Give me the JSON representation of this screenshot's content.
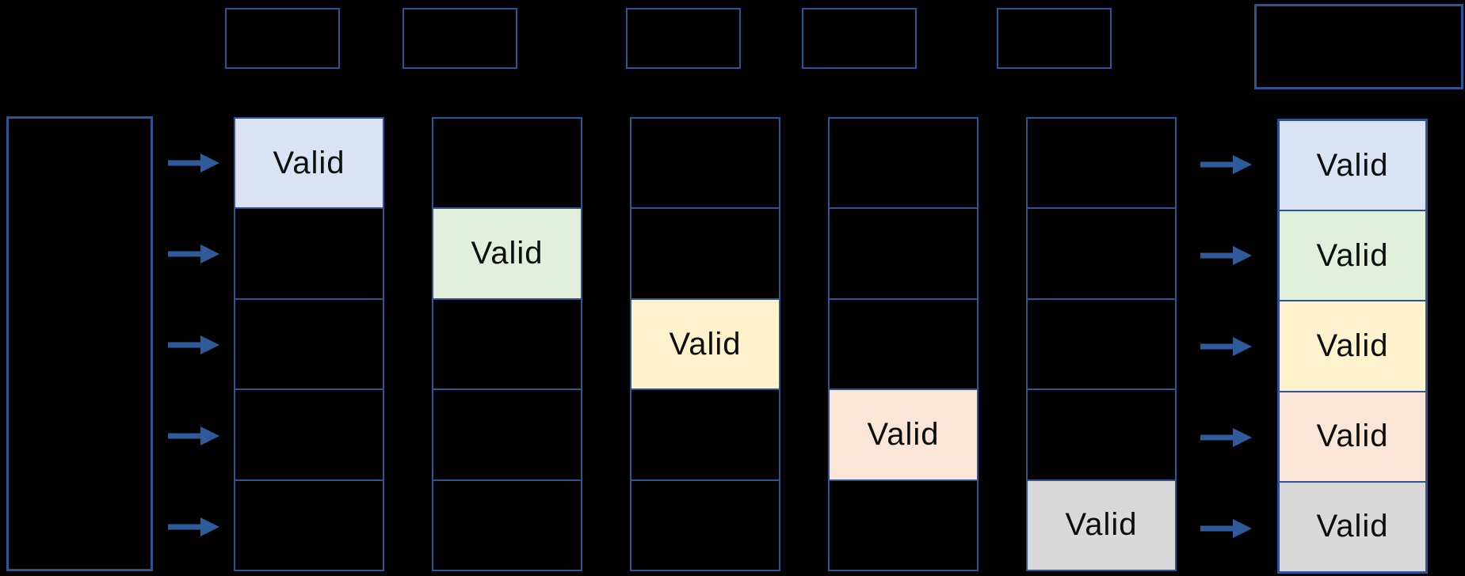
{
  "diagram": {
    "valid_label": "Valid",
    "colors": {
      "background": "#000000",
      "box_border": "#2F5496",
      "arrow": "#2F5B9B",
      "cell_text": "#0D0D0D",
      "fills": {
        "blue": "#DAE3F3",
        "green": "#E2EFDA",
        "yellow": "#FFF2CC",
        "orange": "#FBE5D6",
        "gray": "#D9D9D9"
      }
    },
    "header_boxes": [
      {
        "id": "header-1",
        "label": ""
      },
      {
        "id": "header-2",
        "label": ""
      },
      {
        "id": "header-3",
        "label": ""
      },
      {
        "id": "header-4",
        "label": ""
      },
      {
        "id": "header-5",
        "label": ""
      }
    ],
    "summary_header": {
      "label": ""
    },
    "source_box": {
      "label": ""
    },
    "grid": {
      "rows_per_column": 5,
      "columns": [
        {
          "name": "column-1",
          "valid_row": 1,
          "valid_fill": "blue",
          "valid_label": "Valid"
        },
        {
          "name": "column-2",
          "valid_row": 2,
          "valid_fill": "green",
          "valid_label": "Valid"
        },
        {
          "name": "column-3",
          "valid_row": 3,
          "valid_fill": "yellow",
          "valid_label": "Valid"
        },
        {
          "name": "column-4",
          "valid_row": 4,
          "valid_fill": "orange",
          "valid_label": "Valid"
        },
        {
          "name": "column-5",
          "valid_row": 5,
          "valid_fill": "gray",
          "valid_label": "Valid"
        }
      ]
    },
    "summary_column": {
      "cells": [
        {
          "label": "Valid",
          "fill": "blue"
        },
        {
          "label": "Valid",
          "fill": "green"
        },
        {
          "label": "Valid",
          "fill": "yellow"
        },
        {
          "label": "Valid",
          "fill": "orange"
        },
        {
          "label": "Valid",
          "fill": "gray"
        }
      ]
    },
    "arrows": {
      "left_count": 5,
      "right_count": 5
    }
  }
}
